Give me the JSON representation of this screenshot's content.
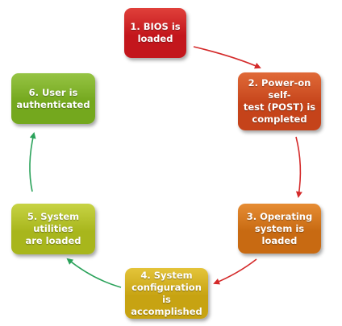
{
  "steps": [
    {
      "label": "1. BIOS is\nloaded",
      "color": "#c3161c",
      "highlight": "#e0403a"
    },
    {
      "label": "2. Power-on self-\ntest (POST) is\ncompleted",
      "color": "#c5431a",
      "highlight": "#e06a38"
    },
    {
      "label": "3. Operating\nsystem is\nloaded",
      "color": "#c86a12",
      "highlight": "#e68d34"
    },
    {
      "label": "4. System\nconfiguration is\naccomplished",
      "color": "#c7a312",
      "highlight": "#e4c43a"
    },
    {
      "label": "5. System\nutilities\nare loaded",
      "color": "#a8b61c",
      "highlight": "#c7d344"
    },
    {
      "label": "6. User is\nauthenticated",
      "color": "#74a81e",
      "highlight": "#96c444"
    }
  ],
  "arrow_colors": {
    "red": "#d42a2a",
    "green": "#2aa25a"
  }
}
